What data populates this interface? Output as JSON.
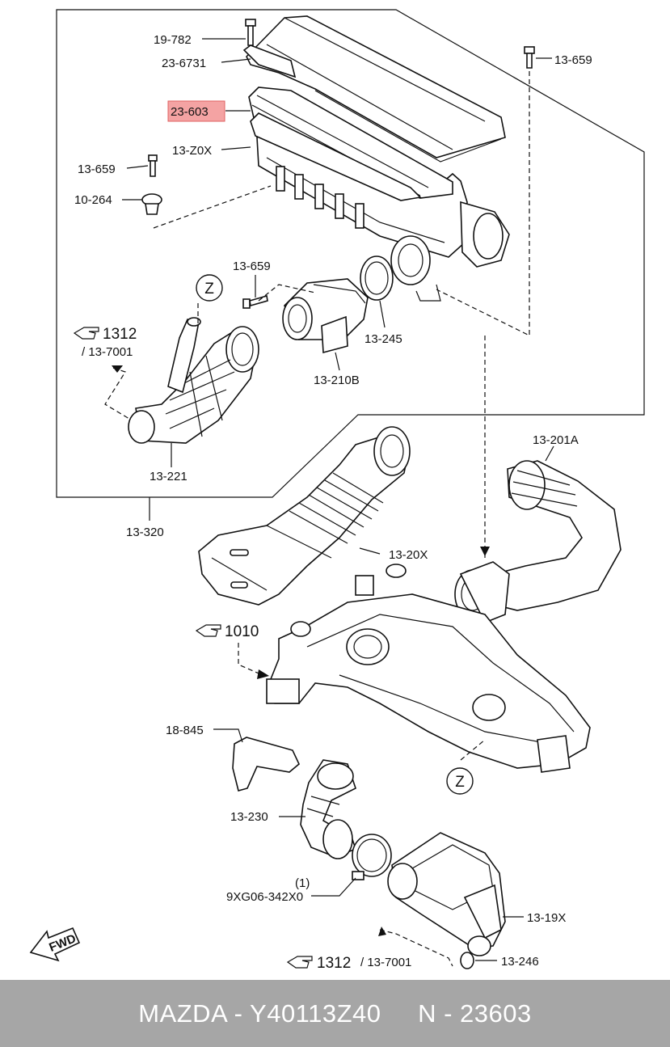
{
  "diagram": {
    "labels": {
      "l19782": "19-782",
      "l236731": "23-6731",
      "l23603": "23-603",
      "l13Z0X": "13-Z0X",
      "l13659_top": "13-659",
      "l13659_left": "13-659",
      "l10264": "10-264",
      "l13659_mid": "13-659",
      "l1312_top": "1312",
      "l137001_top": "/ 13-7001",
      "l13245": "13-245",
      "l13210B": "13-210B",
      "l13221": "13-221",
      "l13320": "13-320",
      "l13201A": "13-201A",
      "l1320X": "13-20X",
      "l1010": "1010",
      "l18845": "18-845",
      "l13230": "13-230",
      "l_one": "(1)",
      "l9XG": "9XG06-342X0",
      "l1319X": "13-19X",
      "l1312_bottom": "1312",
      "l137001_bottom": "/ 13-7001",
      "l13246": "13-246",
      "z_top": "Z",
      "z_bottom": "Z",
      "fwd": "FWD"
    },
    "highlight_color": "#f4a3a3",
    "line_color": "#111111"
  },
  "footer": {
    "text": "MAZDA - Y40113Z40     N - 23603",
    "background": "#a6a6a6",
    "text_color": "#ffffff"
  }
}
